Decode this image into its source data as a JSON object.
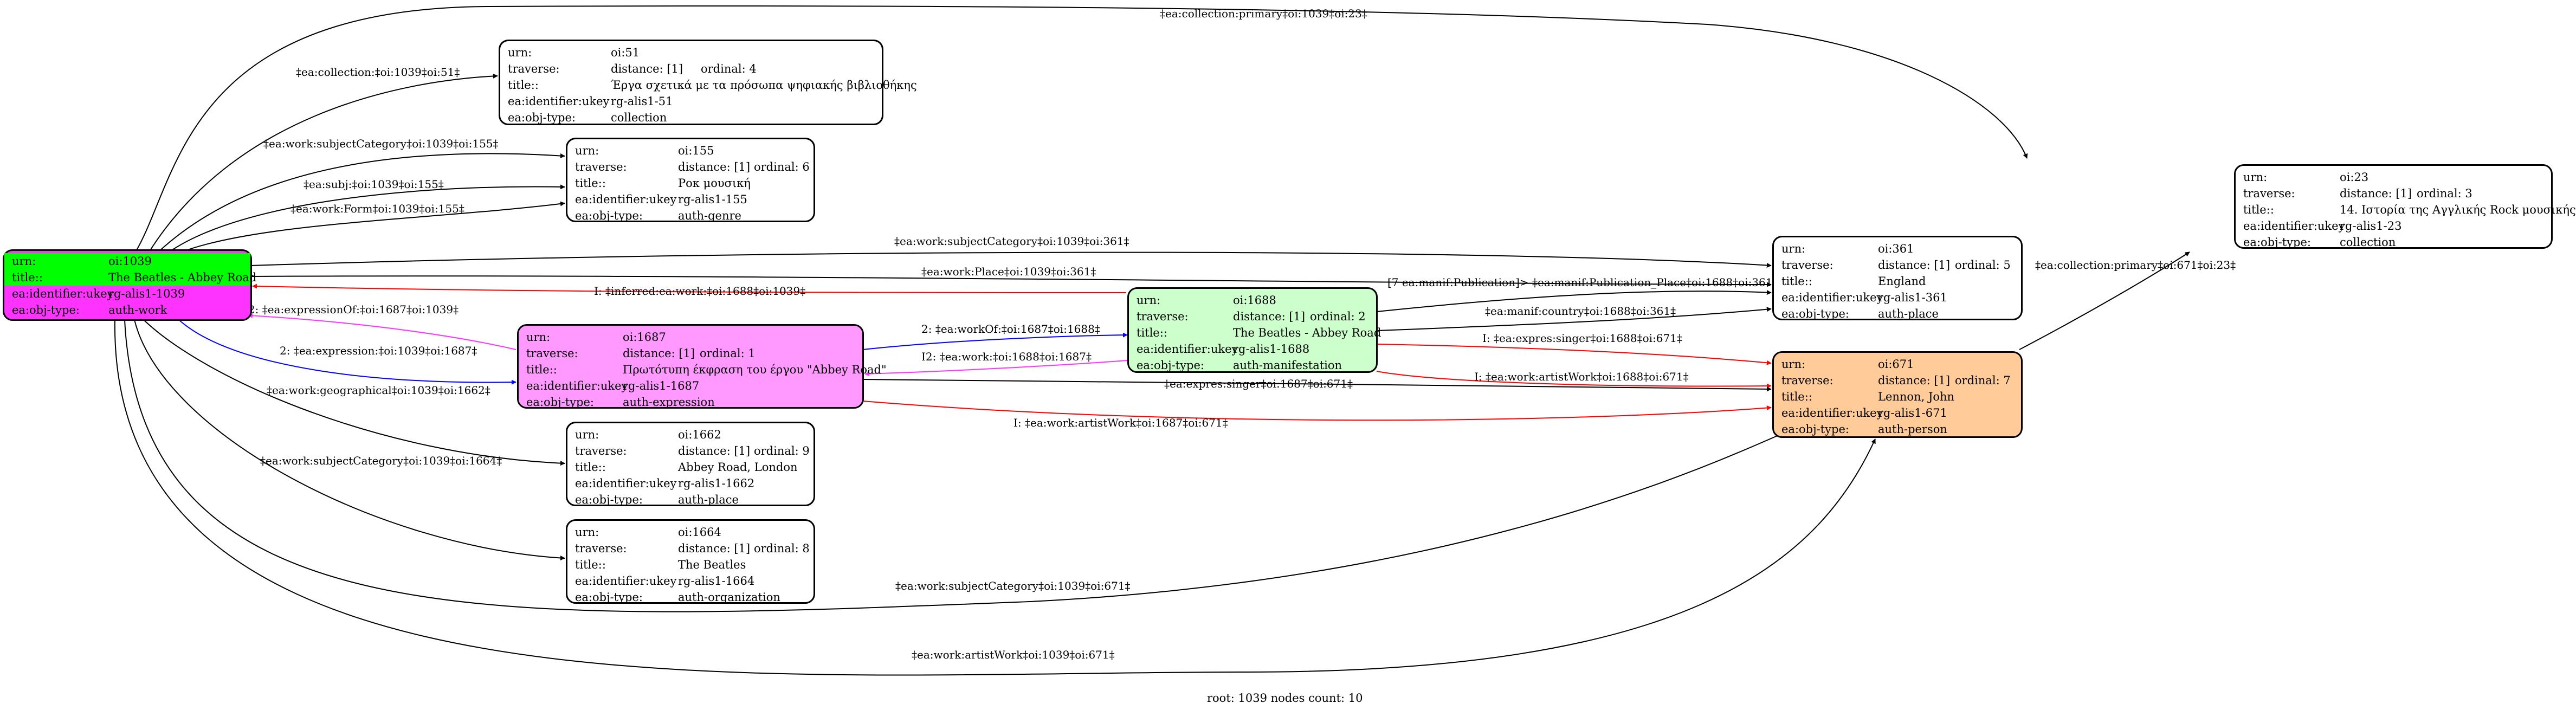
{
  "colors": {
    "root_fill": "#ff33ff",
    "root_highlight": "#00ff00",
    "expression_fill": "#ff99ff",
    "manifestation_fill": "#ccffcc",
    "person_fill": "#ffcc99",
    "default_fill": "#ffffff",
    "edge_black": "#000000",
    "edge_red": "#ff0000",
    "edge_blue": "#0000ff",
    "edge_magenta": "#ff33ff"
  },
  "row_keys": {
    "urn": "urn:",
    "traverse": "traverse:",
    "title": "title::",
    "ukey": "ea:identifier:ukey",
    "objtype": "ea:obj-type:"
  },
  "nodes": {
    "root": {
      "urn": "oi:1039",
      "title": "The Beatles - Abbey Road",
      "ukey": "rg-alis1-1039",
      "objtype": "auth-work"
    },
    "n51": {
      "urn": "oi:51",
      "distance": "distance: [1]",
      "ordinal": "ordinal: 4",
      "title": "Έργα σχετικά με τα πρόσωπα ψηφιακής βιβλιοθήκης",
      "ukey": "rg-alis1-51",
      "objtype": "collection"
    },
    "n155": {
      "urn": "oi:155",
      "distance": "distance: [1]",
      "ordinal": "ordinal: 6",
      "title": "Ροκ μουσική",
      "ukey": "rg-alis1-155",
      "objtype": "auth-genre"
    },
    "n1687": {
      "urn": "oi:1687",
      "distance": "distance: [1]",
      "ordinal": "ordinal: 1",
      "title": "Πρωτότυπη έκφραση του έργου \"Abbey Road\"",
      "ukey": "rg-alis1-1687",
      "objtype": "auth-expression"
    },
    "n1662": {
      "urn": "oi:1662",
      "distance": "distance: [1]",
      "ordinal": "ordinal: 9",
      "title": "Abbey Road, London",
      "ukey": "rg-alis1-1662",
      "objtype": "auth-place"
    },
    "n1664": {
      "urn": "oi:1664",
      "distance": "distance: [1]",
      "ordinal": "ordinal: 8",
      "title": "The Beatles",
      "ukey": "rg-alis1-1664",
      "objtype": "auth-organization"
    },
    "n1688": {
      "urn": "oi:1688",
      "distance": "distance: [1]",
      "ordinal": "ordinal: 2",
      "title": "The Beatles - Abbey Road",
      "ukey": "rg-alis1-1688",
      "objtype": "auth-manifestation"
    },
    "n361": {
      "urn": "oi:361",
      "distance": "distance: [1]",
      "ordinal": "ordinal: 5",
      "title": "England",
      "ukey": "rg-alis1-361",
      "objtype": "auth-place"
    },
    "n671": {
      "urn": "oi:671",
      "distance": "distance: [1]",
      "ordinal": "ordinal: 7",
      "title": "Lennon, John",
      "ukey": "rg-alis1-671",
      "objtype": "auth-person"
    },
    "n23": {
      "urn": "oi:23",
      "distance": "distance: [1]",
      "ordinal": "ordinal: 3",
      "title": "14. Ιστορία της Αγγλικής Rock μουσικής",
      "ukey": "rg-alis1-23",
      "objtype": "collection"
    }
  },
  "edges": [
    {
      "label": "‡ea:collection:primary‡oi:1039‡oi:23‡",
      "color": "edge_black"
    },
    {
      "label": "‡ea:collection:‡oi:1039‡oi:51‡",
      "color": "edge_black"
    },
    {
      "label": "‡ea:work:subjectCategory‡oi:1039‡oi:155‡",
      "color": "edge_black"
    },
    {
      "label": "‡ea:subj:‡oi:1039‡oi:155‡",
      "color": "edge_black"
    },
    {
      "label": "‡ea:work:Form‡oi:1039‡oi:155‡",
      "color": "edge_black"
    },
    {
      "label": "‡ea:work:subjectCategory‡oi:1039‡oi:361‡",
      "color": "edge_black"
    },
    {
      "label": "‡ea:work:Place‡oi:1039‡oi:361‡",
      "color": "edge_black"
    },
    {
      "label": "I: ‡inferred:ea:work:‡oi:1688‡oi:1039‡",
      "color": "edge_red"
    },
    {
      "label": "I2: ‡ea:expressionOf:‡oi:1687‡oi:1039‡",
      "color": "edge_magenta"
    },
    {
      "label": "2: ‡ea:expression:‡oi:1039‡oi:1687‡",
      "color": "edge_blue"
    },
    {
      "label": "2: ‡ea:workOf:‡oi:1687‡oi:1688‡",
      "color": "edge_blue"
    },
    {
      "label": "I2: ‡ea:work:‡oi:1688‡oi:1687‡",
      "color": "edge_magenta"
    },
    {
      "label": "[7 ea:manif:Publication]> ‡ea:manif:Publication_Place‡oi:1688‡oi:361‡7",
      "color": "edge_black"
    },
    {
      "label": "‡ea:manif:country‡oi:1688‡oi:361‡",
      "color": "edge_black"
    },
    {
      "label": "I: ‡ea:expres:singer‡oi:1688‡oi:671‡",
      "color": "edge_red"
    },
    {
      "label": "I: ‡ea:work:artistWork‡oi:1688‡oi:671‡",
      "color": "edge_red"
    },
    {
      "label": "‡ea:expres:singer‡oi:1687‡oi:671‡",
      "color": "edge_black"
    },
    {
      "label": "I: ‡ea:work:artistWork‡oi:1687‡oi:671‡",
      "color": "edge_red"
    },
    {
      "label": "‡ea:work:geographical‡oi:1039‡oi:1662‡",
      "color": "edge_black"
    },
    {
      "label": "‡ea:work:subjectCategory‡oi:1039‡oi:1664‡",
      "color": "edge_black"
    },
    {
      "label": "‡ea:work:subjectCategory‡oi:1039‡oi:671‡",
      "color": "edge_black"
    },
    {
      "label": "‡ea:work:artistWork‡oi:1039‡oi:671‡",
      "color": "edge_black"
    },
    {
      "label": "‡ea:collection:primary‡oi:671‡oi:23‡",
      "color": "edge_black"
    }
  ],
  "footer": "root: 1039 nodes count: 10"
}
